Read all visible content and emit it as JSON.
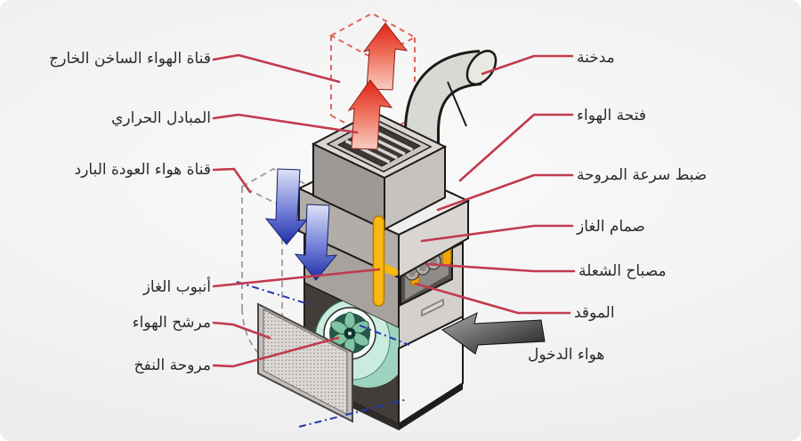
{
  "diagram_type": "gas-furnace-labeled-diagram",
  "labels": {
    "left": [
      {
        "id": "hot-air-out-duct",
        "text": "قناة الهواء الساخن الخارج"
      },
      {
        "id": "heat-exchanger",
        "text": "المبادل الحراري"
      },
      {
        "id": "cold-return-duct",
        "text": "قناة هواء العودة البارد"
      },
      {
        "id": "gas-pipe",
        "text": "أنبوب الغاز"
      },
      {
        "id": "air-filter",
        "text": "مرشح الهواء"
      },
      {
        "id": "blower-fan",
        "text": "مروحة النفخ"
      }
    ],
    "right": [
      {
        "id": "chimney",
        "text": "مدخنة"
      },
      {
        "id": "air-vent",
        "text": "فتحة الهواء"
      },
      {
        "id": "fan-speed-control",
        "text": "ضبط سرعة المروحة"
      },
      {
        "id": "gas-valve",
        "text": "صمام الغاز"
      },
      {
        "id": "pilot-flame-lamp",
        "text": "مصباح الشعلة"
      },
      {
        "id": "burner",
        "text": "الموقد"
      },
      {
        "id": "inlet-air",
        "text": "هواء الدخول"
      }
    ]
  },
  "colors": {
    "leader_line": "#c13b4e",
    "hot_air_arrow": "#e0271a",
    "cold_air_arrow": "#1e2ea8",
    "gas_yellow": "#f9b80f",
    "blower_teal": "#c9ecdf",
    "label_text": "#2b2b2b"
  }
}
